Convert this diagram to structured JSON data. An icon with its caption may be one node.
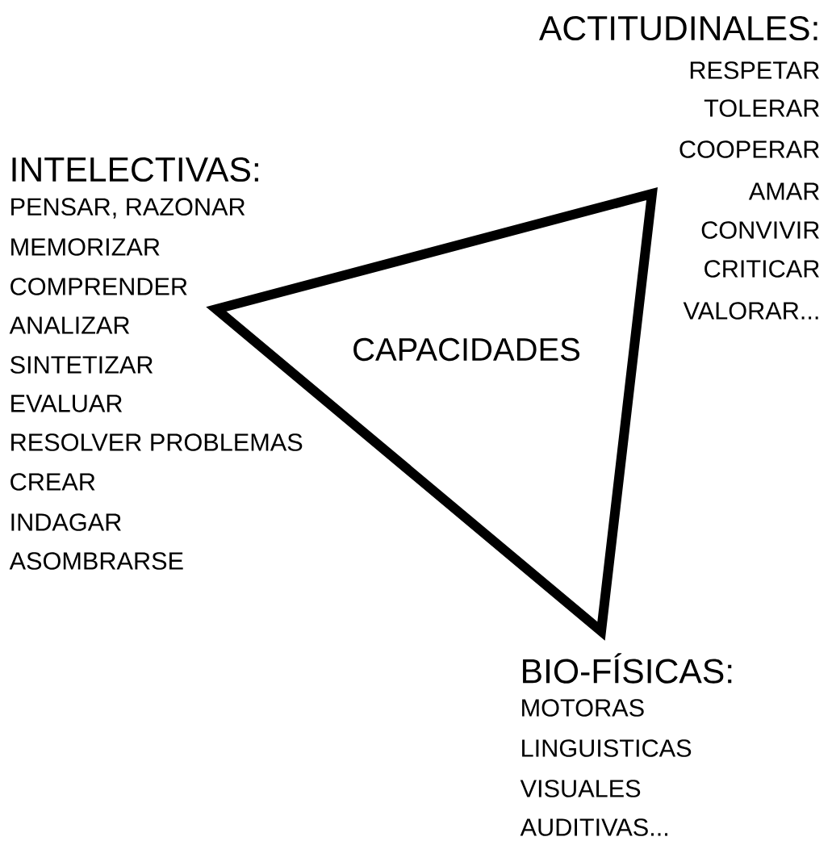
{
  "diagram": {
    "nodes": [
      {
        "text": [
          "CAPACIDADES"
        ]
      }
    ],
    "labels": [
      "ACTITUDINALES:",
      "RESPETAR",
      "TOLERAR",
      "COOPERAR",
      "AMAR",
      "CONVIVIR",
      "CRITICAR",
      "VALORAR...",
      "INTELECTIVAS:",
      "PENSAR, RAZONAR",
      "MEMORIZAR",
      "COMPRENDER",
      "ANALIZAR",
      "SINTETIZAR",
      "EVALUAR",
      "RESOLVER PROBLEMAS",
      "CREAR",
      "INDAGAR",
      "ASOMBRARSE",
      "BIO-FÍSICAS:",
      "MOTORAS",
      "LINGUISTICAS",
      "VISUALES",
      "AUDITIVAS..."
    ]
  }
}
